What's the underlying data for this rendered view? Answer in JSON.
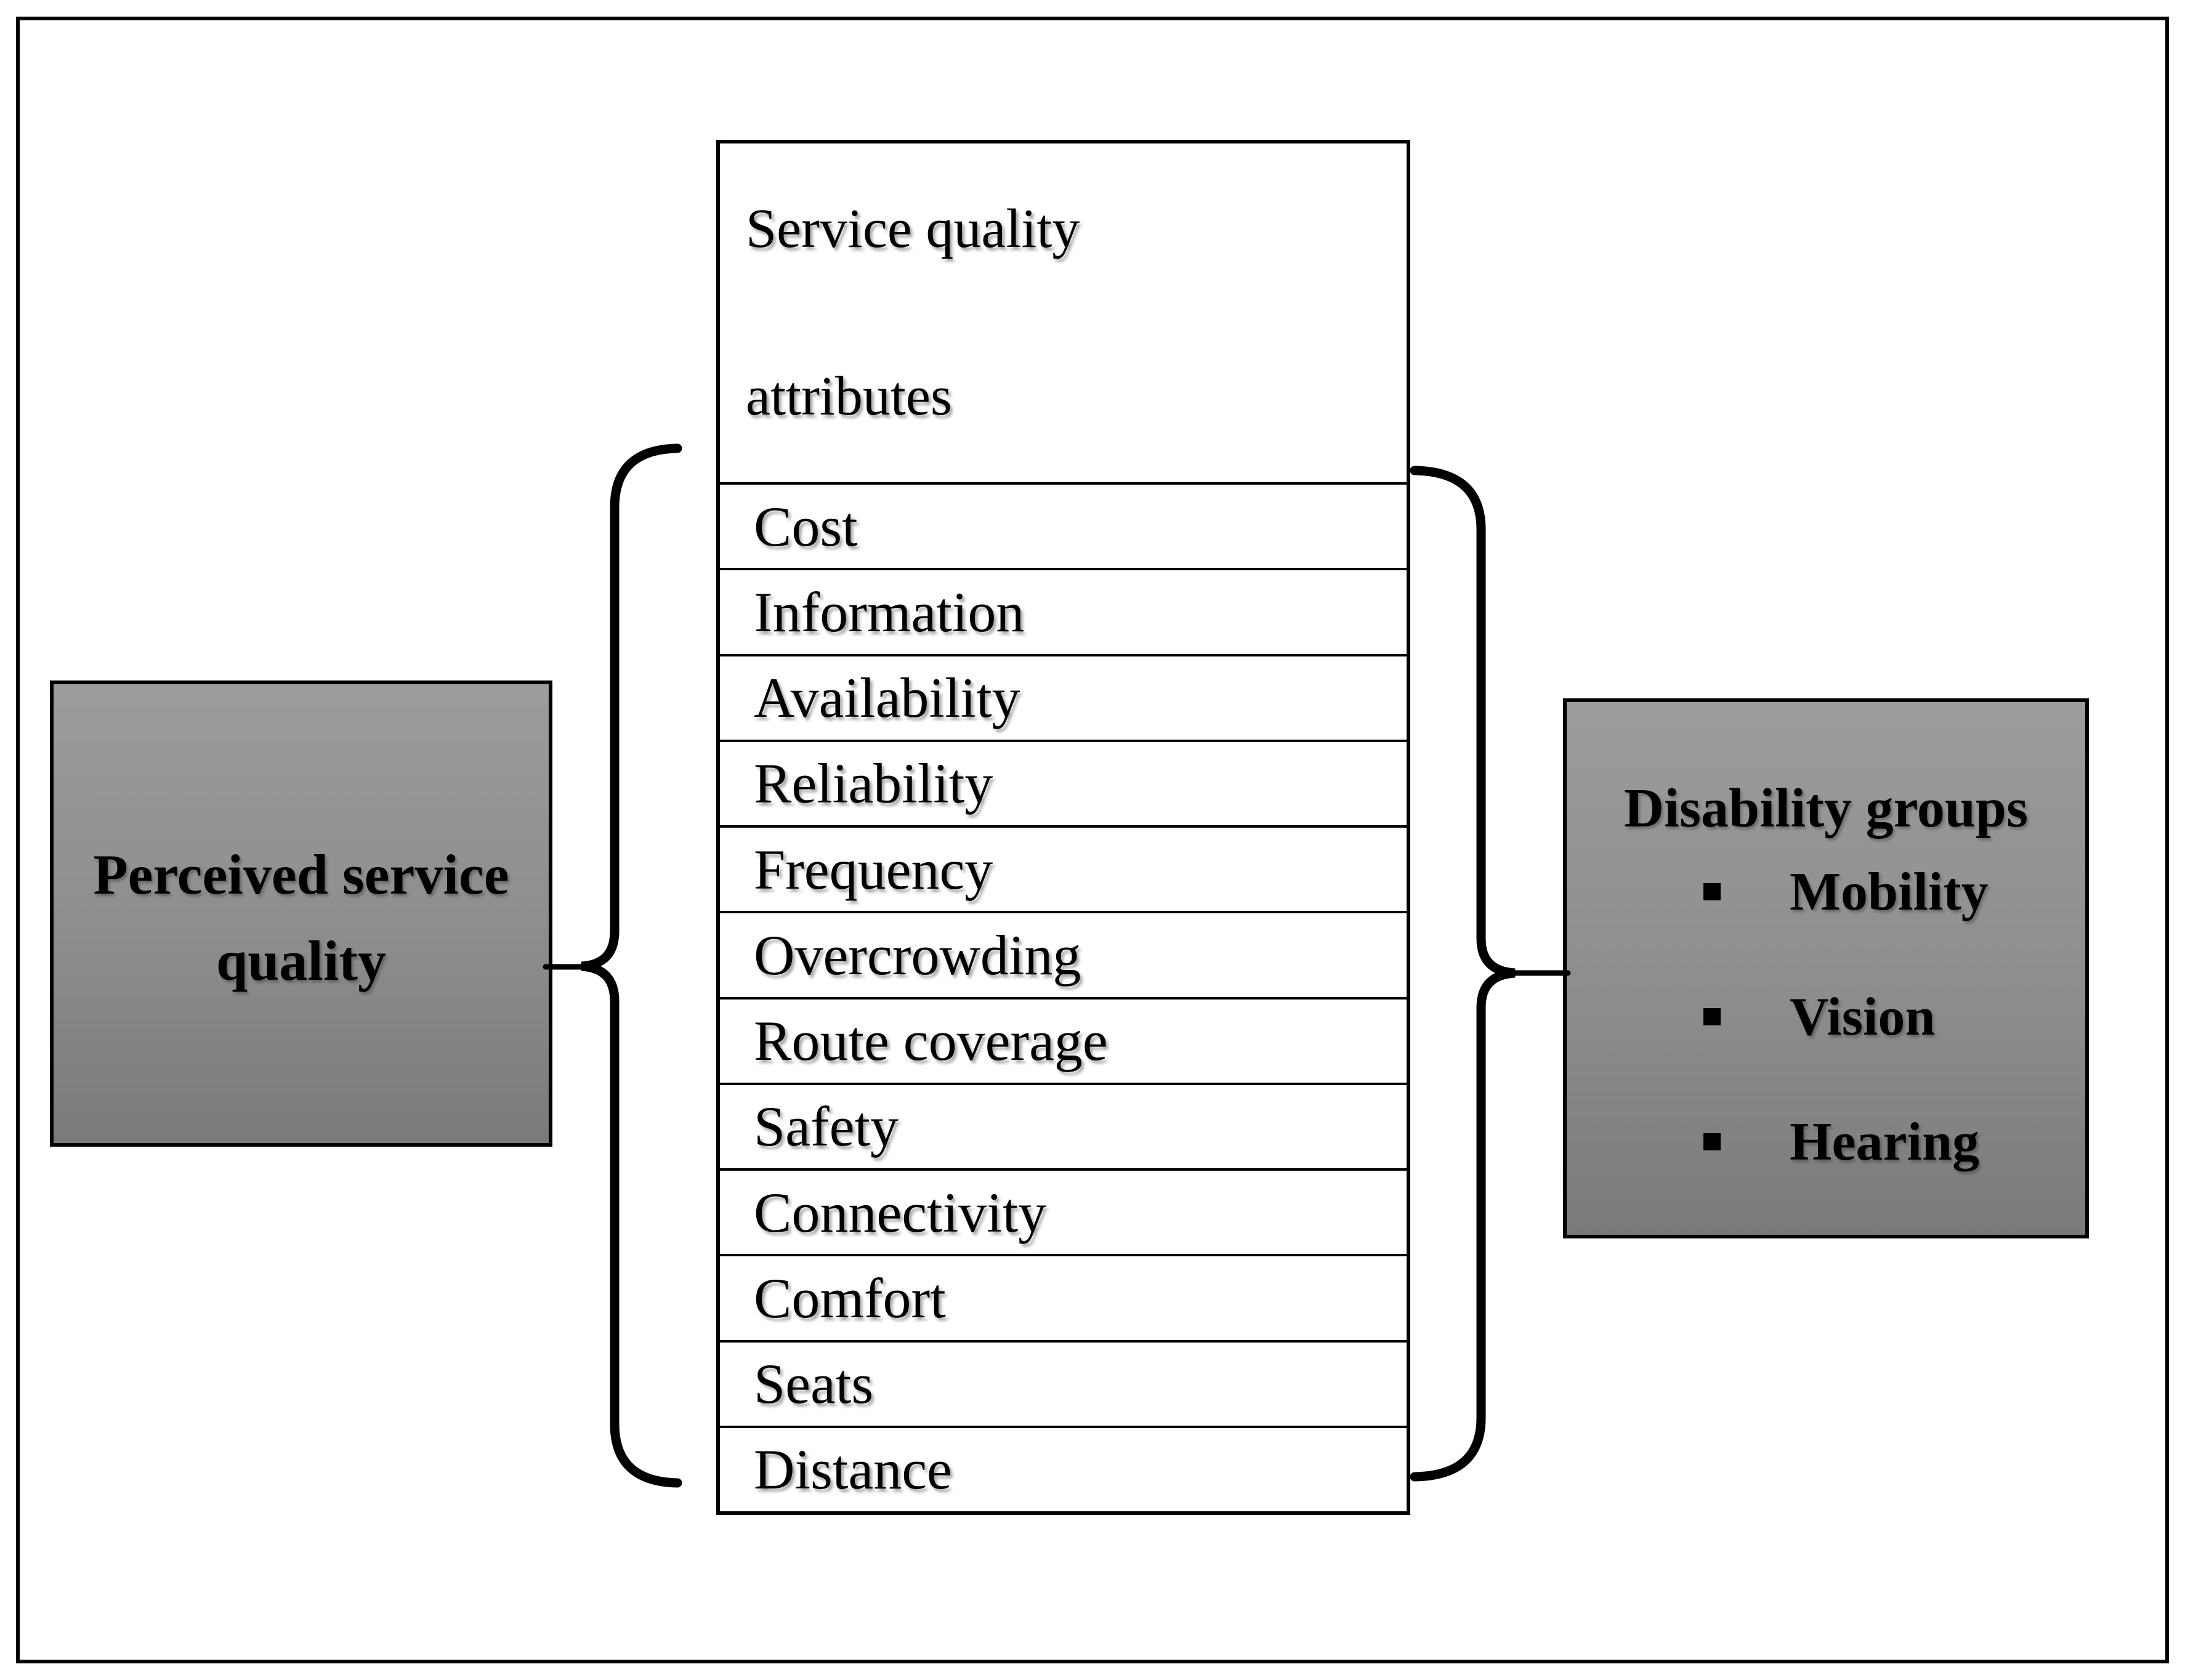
{
  "table": {
    "header_line1": "Service quality",
    "header_line2": "attributes",
    "rows": [
      "Cost",
      "Information",
      "Availability",
      "Reliability",
      "Frequency",
      "Overcrowding",
      "Route coverage",
      "Safety",
      "Connectivity",
      "Comfort",
      "Seats",
      "Distance"
    ]
  },
  "left_box": {
    "line1": "Perceived service",
    "line2": "quality"
  },
  "right_box": {
    "title": "Disability groups",
    "items": [
      "Mobility",
      "Vision",
      "Hearing"
    ]
  },
  "icons": {
    "bullet": "black-square-bullet"
  },
  "colors": {
    "box_gradient_top": "#9c9c9c",
    "box_gradient_bottom": "#7a7a7a",
    "border": "#000000",
    "background": "#ffffff",
    "text": "#000000"
  }
}
